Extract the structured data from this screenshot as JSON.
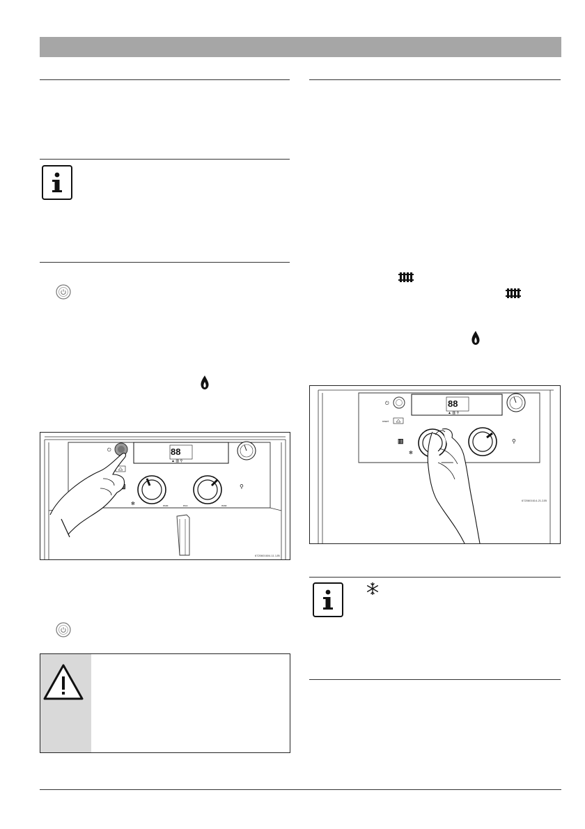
{
  "page": {
    "header_bar_color": "#a6a6a6"
  },
  "icons": {
    "info": "info-icon",
    "warning": "warning-triangle-icon",
    "power": "power-button-icon",
    "flame": "flame-icon",
    "radiator": "radiator-icon",
    "frost": "frost-snowflake-icon"
  },
  "figures": {
    "left": {
      "ref": "6720601604-11.1JB"
    },
    "right": {
      "ref": "6720601614-21.2JB"
    }
  },
  "control_panel": {
    "reset_label": "reset",
    "display_digits": "88"
  }
}
